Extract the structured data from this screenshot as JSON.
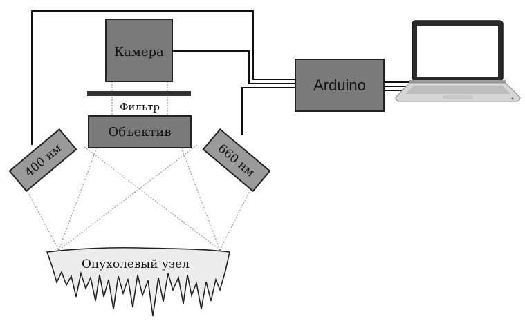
{
  "diagram": {
    "camera_label": "Камера",
    "filter_label": "Фильтр",
    "lens_label": "Объектив",
    "arduino_label": "Arduino",
    "led_left_label": "400 нм",
    "led_right_label": "660 нм",
    "tumor_label": "Опухолевый узел"
  },
  "colors": {
    "box_fill": "#7a7a7a",
    "box_stroke": "#222222",
    "wire": "#111111",
    "light_ray": "#9a9a9a",
    "tumor_fill": "#ececec"
  }
}
